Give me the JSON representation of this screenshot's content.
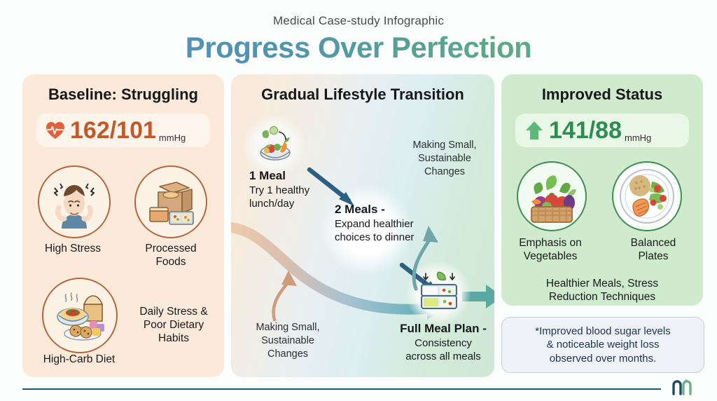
{
  "header": {
    "subtitle": "Medical Case-study Infographic",
    "title": "Progress Over Perfection",
    "title_gradient_from": "#5b8fc4",
    "title_gradient_to": "#6bb394"
  },
  "panels": {
    "left": {
      "title": "Baseline: Struggling",
      "bg": "#fbeada",
      "bp": {
        "icon": "heart-pulse-icon",
        "value": "162/101",
        "unit": "mmHg",
        "color": "#c05a2a"
      },
      "items": [
        {
          "icon": "stressed-person-icon",
          "caption": "High Stress"
        },
        {
          "icon": "processed-food-box-icon",
          "caption": "Processed\nFoods"
        },
        {
          "icon": "high-carb-meal-icon",
          "caption": "High-Carb Diet"
        }
      ],
      "note": "Daily Stress &\nPoor Dietary\nHabits"
    },
    "middle": {
      "title": "Gradual Lifestyle Transition",
      "steps": [
        {
          "icon": "salad-bowl-icon",
          "heading": "1 Meal",
          "detail": "Try 1 healthy\nlunch/day"
        },
        {
          "icon": "none",
          "heading": "2 Meals -",
          "detail": "Expand healthier\nchoices to dinner"
        },
        {
          "icon": "meal-prep-box-icon",
          "heading": "Full Meal Plan -",
          "detail": "Consistency\nacross all meals"
        }
      ],
      "note_top": "Making Small,\nSustainable\nChanges",
      "note_bottom": "Making Small,\nSustainable\nChanges",
      "arrow_color_dark": "#2c5f82",
      "arrow_color_teal": "#6aa8ad",
      "arrow_color_tan": "#cf9b7c"
    },
    "right": {
      "title": "Improved Status",
      "bg": "#cfeacd",
      "bp": {
        "icon": "up-arrow-icon",
        "value": "141/88",
        "unit": "mmHg",
        "color": "#2e8b52"
      },
      "items": [
        {
          "icon": "vegetable-basket-icon",
          "caption": "Emphasis on\nVegetables"
        },
        {
          "icon": "balanced-plate-icon",
          "caption": "Balanced\nPlates"
        }
      ],
      "note": "Healthier Meals, Stress\nReduction Techniques",
      "summary": "*Improved blood sugar levels\n& noticeable weight loss\nobserved over months."
    }
  },
  "footer": {
    "rule_color": "#1d5a73",
    "logo": "m-monogram-logo"
  }
}
